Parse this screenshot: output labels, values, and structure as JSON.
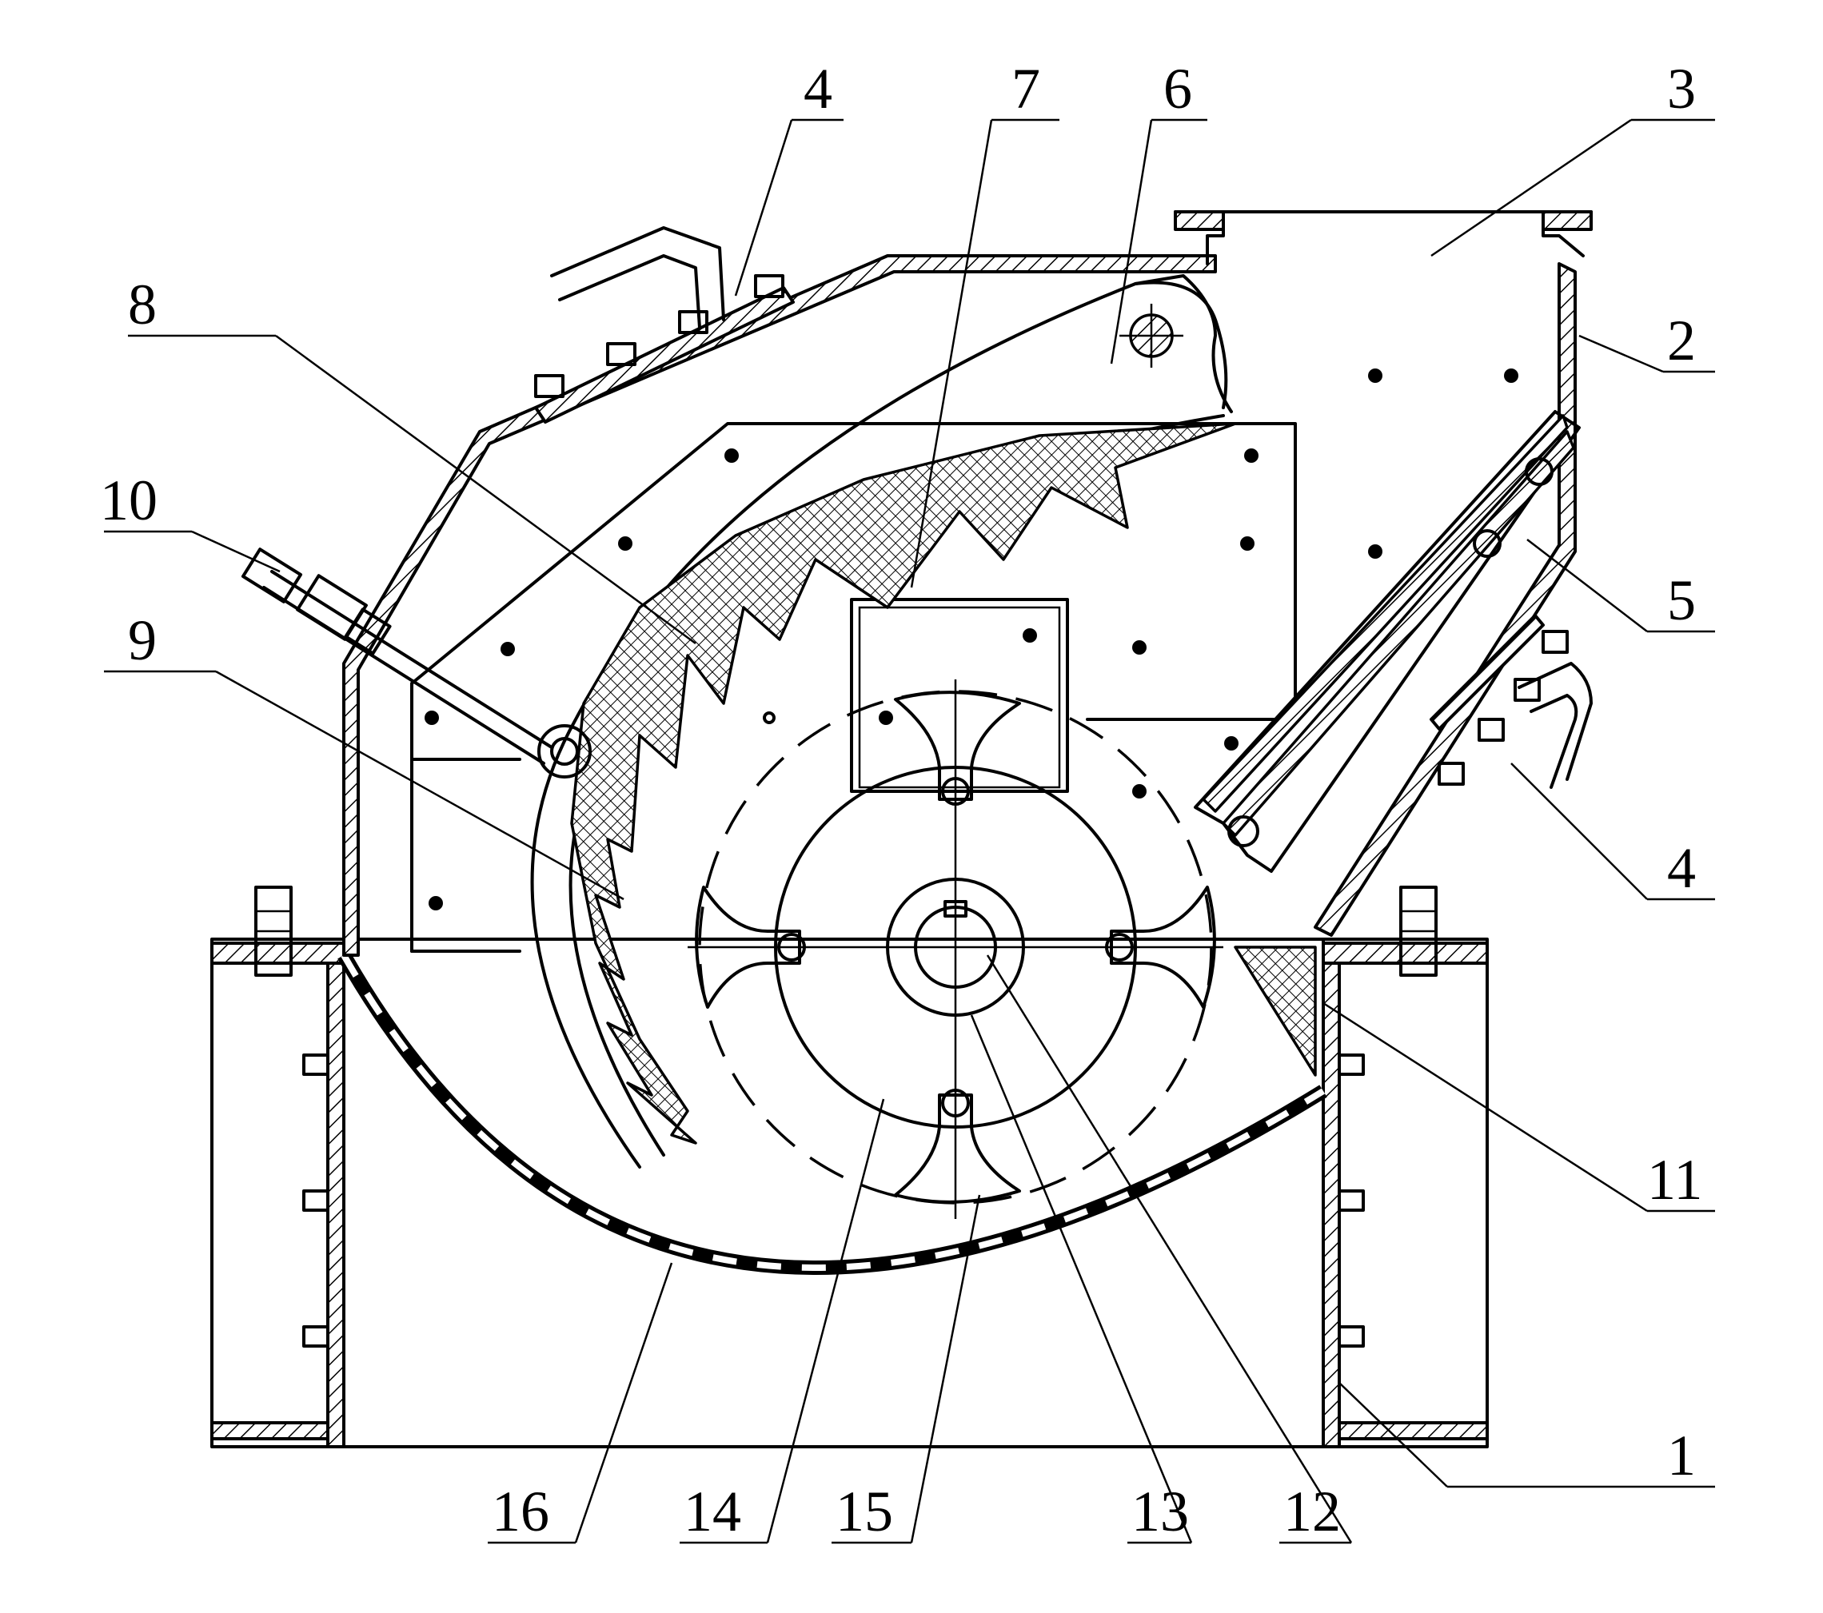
{
  "callouts": [
    {
      "id": "c1",
      "text": "1"
    },
    {
      "id": "c2",
      "text": "2"
    },
    {
      "id": "c3",
      "text": "3"
    },
    {
      "id": "c4a",
      "text": "4"
    },
    {
      "id": "c4b",
      "text": "4"
    },
    {
      "id": "c5",
      "text": "5"
    },
    {
      "id": "c6",
      "text": "6"
    },
    {
      "id": "c7",
      "text": "7"
    },
    {
      "id": "c8",
      "text": "8"
    },
    {
      "id": "c9",
      "text": "9"
    },
    {
      "id": "c10",
      "text": "10"
    },
    {
      "id": "c11",
      "text": "11"
    },
    {
      "id": "c12",
      "text": "12"
    },
    {
      "id": "c13",
      "text": "13"
    },
    {
      "id": "c14",
      "text": "14"
    },
    {
      "id": "c15",
      "text": "15"
    },
    {
      "id": "c16",
      "text": "16"
    }
  ]
}
